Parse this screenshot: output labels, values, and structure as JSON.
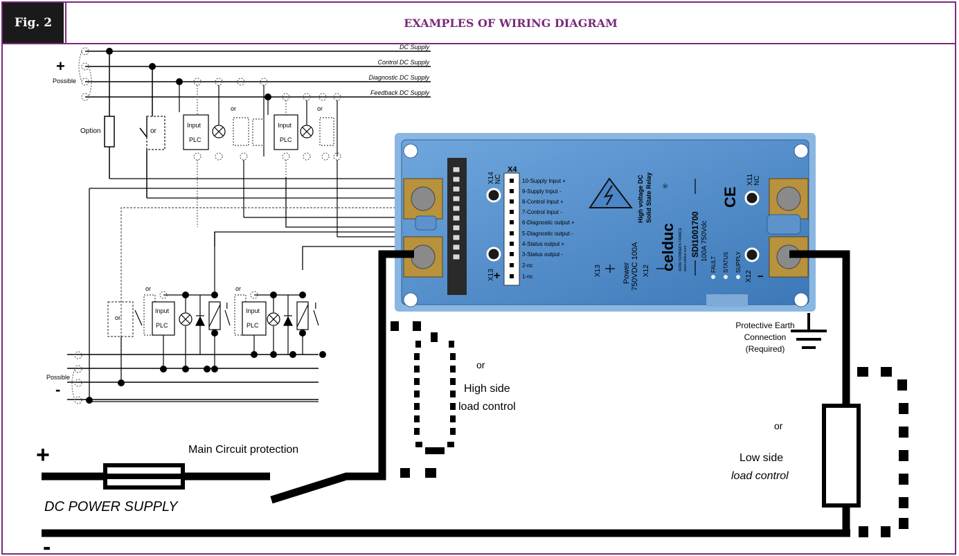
{
  "header": {
    "fig_label": "Fig. 2",
    "title": "EXAMPLES OF WIRING DIAGRAM"
  },
  "bus": {
    "dc_supply": "DC Supply",
    "control_dc_supply": "Control DC Supply",
    "diagnostic_dc_supply": "Diagnostic DC Supply",
    "feedback_dc_supply": "Feedback DC Supply",
    "plus": "+",
    "minus": "-",
    "possible": "Possible"
  },
  "components": {
    "option": "Option",
    "or": "or",
    "input": "Input",
    "plc": "PLC",
    "relay_mark": "I"
  },
  "relay": {
    "connector": "X4",
    "pins": [
      "10-Supply Input +",
      "9-Supply Input -",
      "8-Control Input +",
      "7-Control Input -",
      "6-Diagnostic output +",
      "5-Diagnostic output -",
      "4-Status output +",
      "3-Status output -",
      "2-nc",
      "1-nc"
    ],
    "x14": "X14",
    "x14_nc": "NC",
    "x13": "X13",
    "x11": "X11",
    "x11_nc": "NC",
    "x12": "X12",
    "plus": "+",
    "minus": "−",
    "brand": "celduc",
    "registered": "®",
    "brand_addr_1": "42290 SORBIERS FRANCE",
    "brand_addr_2": "www.celduc.com",
    "model": "SDI1001700",
    "rating": "100A 750Vdc",
    "product_line_1": "High voltage DC",
    "product_line_2": "Solid State Relay",
    "power_label": "Power",
    "power_rating": "750VDC 100A",
    "x13_small": "X13",
    "x12_small": "X12",
    "ce": "CE",
    "leds": [
      "FAULT",
      "STATUS",
      "SUPPLY"
    ]
  },
  "labels": {
    "protective_earth_1": "Protective Earth",
    "protective_earth_2": "Connection",
    "protective_earth_3": "(Required)",
    "or": "or",
    "high_side_1": "High side",
    "high_side_2": "load control",
    "low_side_1": "Low side",
    "low_side_2": "load control",
    "main_circuit": "Main Circuit protection",
    "dc_power_supply": "DC POWER SUPPLY",
    "plus": "+",
    "minus": "-"
  },
  "colors": {
    "frame": "#7a2a7a",
    "relay_body": "#4a86c8",
    "terminal": "#b8923c"
  }
}
